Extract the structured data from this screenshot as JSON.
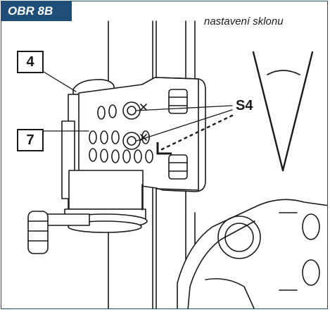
{
  "figure_tag": "OBR 8B",
  "caption": "nastavení sklonu",
  "callouts": [
    {
      "id": "4"
    },
    {
      "id": "7"
    }
  ],
  "screw_label": "S4",
  "colors": {
    "tag_background": "#1f4e79",
    "line": "#1a1a1a",
    "callout_border": "#1a1a1a"
  }
}
